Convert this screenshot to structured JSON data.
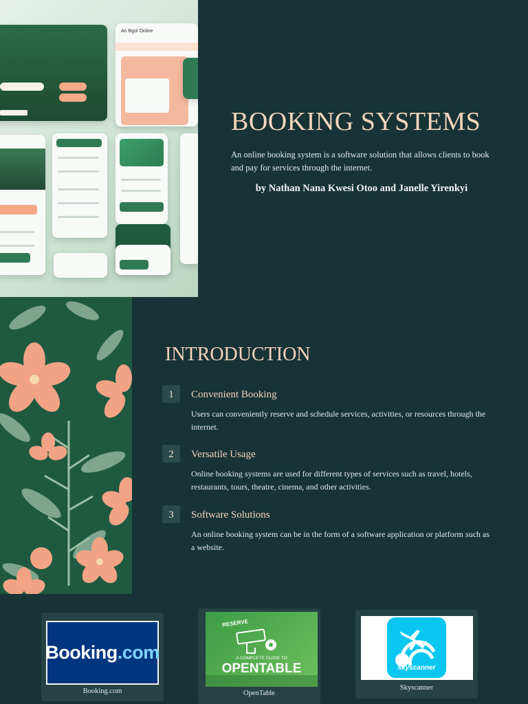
{
  "hero": {
    "title": "BOOKING SYSTEMS",
    "description": "An online booking system is a software solution that allows clients to book and pay for services through the internet.",
    "authors": "by Nathan Nana Kwesi Otoo and Janelle Yirenkyi",
    "image_text": "An Bgol Online"
  },
  "intro": {
    "title": "INTRODUCTION",
    "items": [
      {
        "num": "1",
        "heading": "Convenient Booking",
        "text": "Users can conveniently reserve and schedule services, activities, or resources through the internet."
      },
      {
        "num": "2",
        "heading": "Versatile Usage",
        "text": "Online booking systems are used for different types of services such as travel, hotels, restaurants, tours, theatre, cinema, and other activities."
      },
      {
        "num": "3",
        "heading": "Software Solutions",
        "text": "An online booking system can be in the form of a software application or platform such as a website."
      }
    ]
  },
  "logos": [
    {
      "caption": "Booking.com",
      "logo_main": "Booking",
      "logo_accent": ".com"
    },
    {
      "caption": "OpenTable",
      "logo_tag": "RESERVE",
      "logo_sub": "A COMPLETE GUIDE TO",
      "logo_main": "OPENTABLE"
    },
    {
      "caption": "Skyscanner",
      "logo_main": "skyscanner"
    }
  ],
  "colors": {
    "background": "#173336",
    "accent_text": "#f6d5bd",
    "booking_blue": "#003580",
    "skyscanner_cyan": "#0bc7f0",
    "opentable_green": "#4caf50"
  }
}
